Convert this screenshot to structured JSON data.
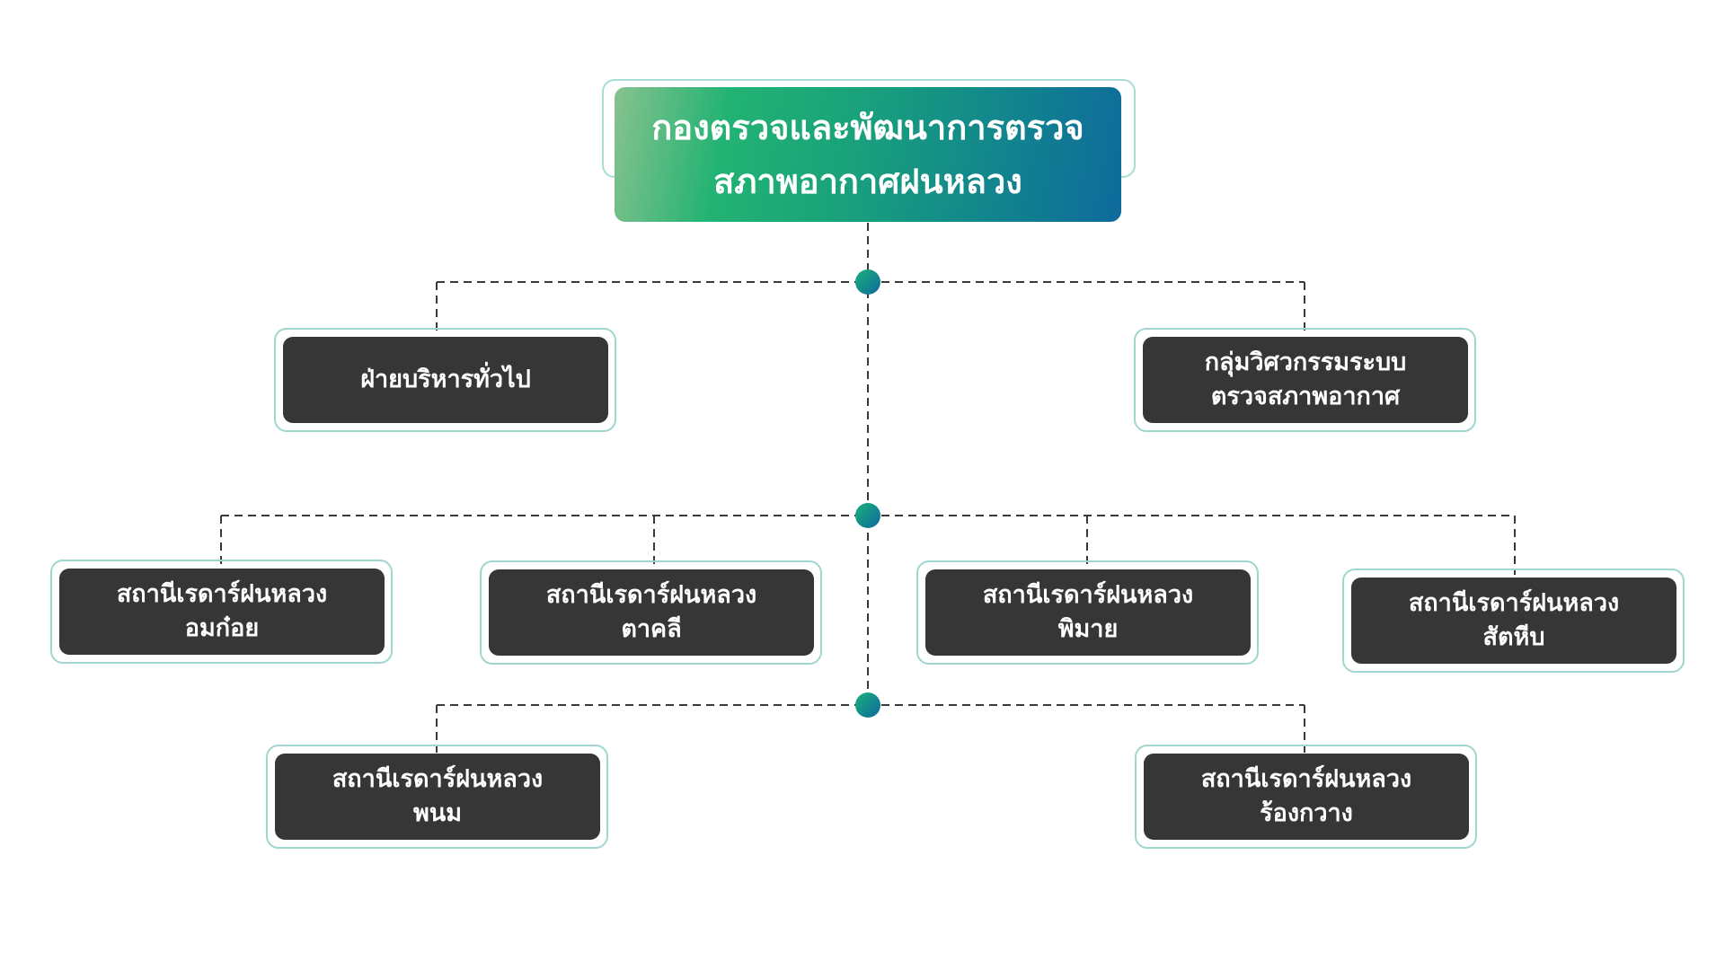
{
  "root": {
    "line1": "กองตรวจและพัฒนาการตรวจ",
    "line2": "สภาพอากาศฝนหลวง"
  },
  "level1": [
    {
      "line1": "ฝ่ายบริหารทั่วไป",
      "line2": ""
    },
    {
      "line1": "กลุ่มวิศวกรรมระบบ",
      "line2": "ตรวจสภาพอากาศ"
    }
  ],
  "stations": [
    {
      "line1": "สถานีเรดาร์ฝนหลวง",
      "line2": "อมก๋อย"
    },
    {
      "line1": "สถานีเรดาร์ฝนหลวง",
      "line2": "ตาคลี"
    },
    {
      "line1": "สถานีเรดาร์ฝนหลวง",
      "line2": "พิมาย"
    },
    {
      "line1": "สถานีเรดาร์ฝนหลวง",
      "line2": "สัตหีบ"
    },
    {
      "line1": "สถานีเรดาร์ฝนหลวง",
      "line2": "พนม"
    },
    {
      "line1": "สถานีเรดาร์ฝนหลวง",
      "line2": "ร้องกวาง"
    }
  ],
  "colors": {
    "node_fill": "#363636",
    "node_outline": "#9fd6cf",
    "root_gradient_start": "#22b373",
    "root_gradient_end": "#0e6a9c",
    "connector": "#3a3a3a",
    "junction_dot": "#128a8a"
  }
}
